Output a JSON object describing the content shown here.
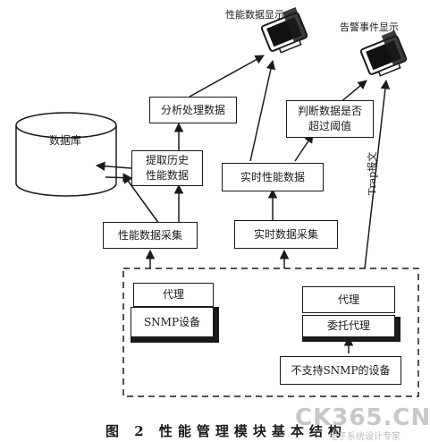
{
  "labels": {
    "perf_display": "性能数据显示",
    "alarm_display": "告警事件显示",
    "database": "数据库",
    "analysis": "分析处理数据",
    "judge": "判断数据是否\n超过阈值",
    "extract_history": "提取历史\n性能数据",
    "realtime_data": "实时性能数据",
    "perf_collect": "性能数据采集",
    "realtime_collect": "实时数据采集",
    "agent1": "代理",
    "snmp_device": "SNMP设备",
    "agent2": "代理",
    "proxy_agent": "委托代理",
    "non_snmp_device": "不支持SNMP的设备",
    "trap": "Trap报文"
  },
  "caption": "图 2  性能管理模块基本结构",
  "watermark": {
    "main": "CK365.CN",
    "sub": "电子系统设计专家"
  }
}
